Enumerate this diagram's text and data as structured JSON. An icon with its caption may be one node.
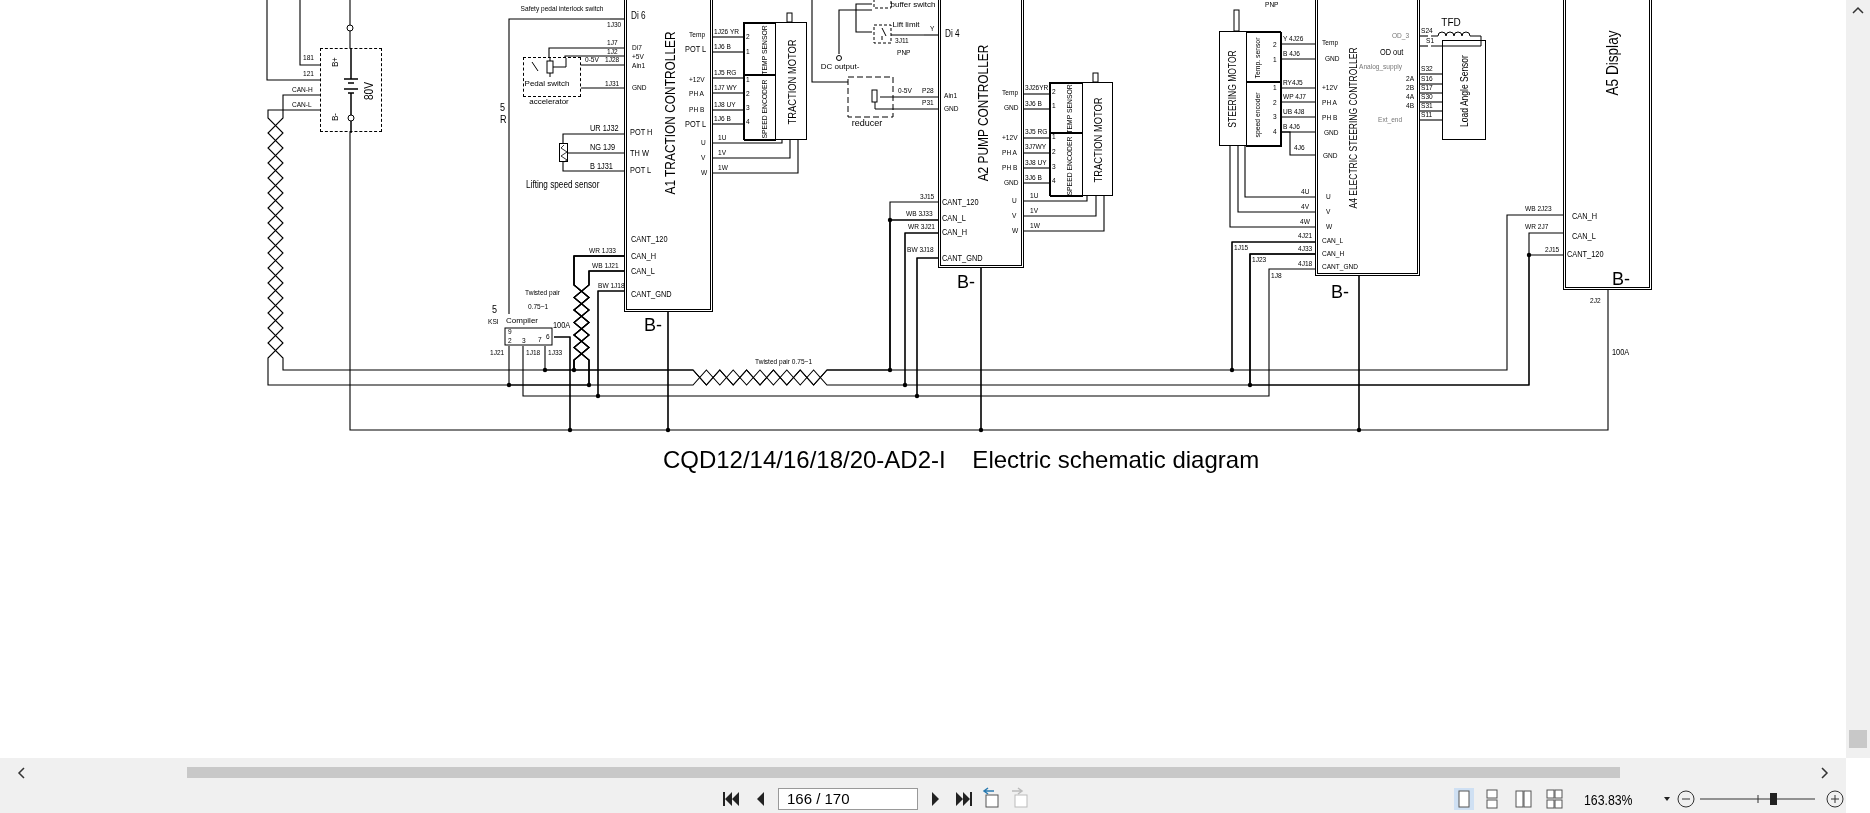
{
  "diagram": {
    "title": "CQD12/14/16/18/20-AD2-I    Electric schematic diagram",
    "nodes": [
      {
        "text": [
          "80V"
        ]
      },
      {
        "text": [
          "Pedal switch"
        ],
        "beside": [
          "accelerator"
        ]
      },
      {
        "text": [],
        "shape": "resistor"
      },
      {
        "text": [
          "Compiler"
        ]
      },
      {
        "text": [
          "A1 TRACTION CONTROLLER"
        ],
        "beside": [
          "B-"
        ]
      },
      {
        "text": [
          "TRACTION MOTOR"
        ]
      },
      {
        "text": [
          "TEMP SENSOR"
        ],
        "in": 5
      },
      {
        "text": [
          "SPEED ENCODER"
        ],
        "in": 5
      },
      {
        "text": [
          "Lift limit"
        ]
      },
      {
        "text": [
          "buffer switch"
        ]
      },
      {
        "text": [
          "reducer"
        ]
      },
      {
        "text": [
          "A2 PUMP CONTROLLER"
        ],
        "beside": [
          "B-"
        ]
      },
      {
        "text": [
          "TRACTION MOTOR"
        ]
      },
      {
        "text": [
          "TEMP SENSOR"
        ],
        "in": 12
      },
      {
        "text": [
          "SPEED ENCODER"
        ],
        "in": 12
      },
      {
        "text": [
          "STEERING MOTOR"
        ]
      },
      {
        "text": [
          "Temp. sensor"
        ],
        "in": 15
      },
      {
        "text": [
          "speed encoder"
        ],
        "in": 15
      },
      {
        "text": [
          "A4 ELECTRIC STEERING CONTROLLER"
        ],
        "beside": [
          "B-"
        ]
      },
      {
        "text": [
          "TFD"
        ]
      },
      {
        "text": [
          "Load Angle Sensor"
        ]
      },
      {
        "text": [
          "A5 Display",
          "B-"
        ]
      },
      {
        "text": [
          "DC output-"
        ]
      },
      {
        "text": [
          "Safety pedal interlock switch"
        ]
      }
    ],
    "edges": [
      {
        "from": 1,
        "to": 4,
        "arrow": "none"
      },
      {
        "from": 1,
        "to": 4,
        "arrow": "none"
      },
      {
        "from": 1,
        "to": 4,
        "arrow": "none"
      },
      {
        "from": 1,
        "to": 4,
        "arrow": "none"
      },
      {
        "from": 2,
        "to": 4,
        "arrow": "none"
      },
      {
        "from": 2,
        "to": 4,
        "arrow": "none"
      },
      {
        "from": 2,
        "to": 4,
        "arrow": "none"
      },
      {
        "from": 4,
        "to": 6,
        "arrow": "none"
      },
      {
        "from": 4,
        "to": 6,
        "arrow": "none"
      },
      {
        "from": 4,
        "to": 7,
        "arrow": "none"
      },
      {
        "from": 4,
        "to": 7,
        "arrow": "none"
      },
      {
        "from": 4,
        "to": 7,
        "arrow": "none"
      },
      {
        "from": 4,
        "to": 7,
        "arrow": "none"
      },
      {
        "from": 4,
        "to": 5,
        "arrow": "none"
      },
      {
        "from": 4,
        "to": 5,
        "arrow": "none"
      },
      {
        "from": 4,
        "to": 5,
        "arrow": "none"
      },
      {
        "from": 8,
        "to": 11,
        "arrow": "none"
      },
      {
        "from": 9,
        "to": 8,
        "arrow": "none"
      },
      {
        "from": 10,
        "to": 11,
        "arrow": "none"
      },
      {
        "from": 10,
        "to": 11,
        "arrow": "none"
      },
      {
        "from": 11,
        "to": 13,
        "arrow": "none"
      },
      {
        "from": 11,
        "to": 13,
        "arrow": "none"
      },
      {
        "from": 11,
        "to": 14,
        "arrow": "none"
      },
      {
        "from": 11,
        "to": 14,
        "arrow": "none"
      },
      {
        "from": 11,
        "to": 14,
        "arrow": "none"
      },
      {
        "from": 11,
        "to": 14,
        "arrow": "none"
      },
      {
        "from": 11,
        "to": 12,
        "arrow": "none"
      },
      {
        "from": 11,
        "to": 12,
        "arrow": "none"
      },
      {
        "from": 11,
        "to": 12,
        "arrow": "none"
      },
      {
        "from": 18,
        "to": 16,
        "arrow": "none"
      },
      {
        "from": 18,
        "to": 16,
        "arrow": "none"
      },
      {
        "from": 18,
        "to": 17,
        "arrow": "none"
      },
      {
        "from": 18,
        "to": 17,
        "arrow": "none"
      },
      {
        "from": 18,
        "to": 17,
        "arrow": "none"
      },
      {
        "from": 18,
        "to": 17,
        "arrow": "none"
      },
      {
        "from": 18,
        "to": 17,
        "arrow": "none"
      },
      {
        "from": 18,
        "to": 15,
        "arrow": "none"
      },
      {
        "from": 18,
        "to": 15,
        "arrow": "none"
      },
      {
        "from": 18,
        "to": 15,
        "arrow": "none"
      },
      {
        "from": 18,
        "to": 19,
        "arrow": "none"
      },
      {
        "from": 18,
        "to": 19,
        "arrow": "none"
      },
      {
        "from": 18,
        "to": 20,
        "arrow": "none"
      },
      {
        "from": 18,
        "to": 20,
        "arrow": "none"
      },
      {
        "from": 18,
        "to": 20,
        "arrow": "none"
      },
      {
        "from": 18,
        "to": 20,
        "arrow": "none"
      },
      {
        "from": 18,
        "to": 20,
        "arrow": "none"
      },
      {
        "from": 18,
        "to": 20,
        "arrow": "none"
      },
      {
        "from": 0,
        "to": 4,
        "arrow": "none"
      },
      {
        "from": 0,
        "to": 4,
        "arrow": "none"
      },
      {
        "from": 4,
        "to": 11,
        "arrow": "none"
      },
      {
        "from": 4,
        "to": 11,
        "arrow": "none"
      },
      {
        "from": 11,
        "to": 18,
        "arrow": "none"
      },
      {
        "from": 11,
        "to": 18,
        "arrow": "none"
      },
      {
        "from": 18,
        "to": 21,
        "arrow": "none"
      },
      {
        "from": 18,
        "to": 21,
        "arrow": "none"
      },
      {
        "from": 3,
        "to": 4,
        "arrow": "none"
      },
      {
        "from": 4,
        "to": 11,
        "arrow": "none"
      },
      {
        "from": 11,
        "to": 18,
        "arrow": "none"
      },
      {
        "from": 0,
        "to": 3,
        "arrow": "none"
      },
      {
        "from": 3,
        "to": 4,
        "arrow": "none"
      },
      {
        "from": 4,
        "to": 11,
        "arrow": "none"
      },
      {
        "from": 11,
        "to": 18,
        "arrow": "none"
      },
      {
        "from": 18,
        "to": 21,
        "arrow": "none"
      },
      {
        "from": 0,
        "to": null,
        "arrow": "none"
      },
      {
        "from": 0,
        "to": null,
        "arrow": "none"
      },
      {
        "from": 0,
        "to": null,
        "arrow": "none"
      },
      {
        "from": 3,
        "to": 23,
        "arrow": "none"
      },
      {
        "from": 23,
        "to": 4,
        "arrow": "none"
      },
      {
        "from": 3,
        "to": 4,
        "arrow": "none"
      },
      {
        "from": 3,
        "to": 4,
        "arrow": "none"
      },
      {
        "from": 22,
        "to": 9,
        "arrow": "none"
      },
      {
        "from": 4,
        "to": 11,
        "arrow": "none"
      },
      {
        "from": 18,
        "to": 21,
        "arrow": "none"
      }
    ],
    "labels": [
      "1J30",
      "Di 6",
      "181",
      "121",
      "CAN-H",
      "CAN-L",
      "B+",
      "B-",
      "5",
      "R",
      "1J7",
      "1J2",
      "Di7",
      "+5V",
      "Ain1",
      "0-5V",
      "1J28",
      "1J31",
      "GND",
      "UR 1J32",
      "POT H",
      "NG 1J9",
      "TH W",
      "B 1J31",
      "POT L",
      "Lifting speed sensor",
      "Temp",
      "POT L",
      "+12V",
      "PH A",
      "PH B",
      "POT L",
      "U",
      "V",
      "W",
      "1J26 YR",
      "1J6 B",
      "2",
      "1",
      "1J5 RG",
      "1J7 WY",
      "1J8 UY",
      "1J6 B",
      "1",
      "2",
      "3",
      "4",
      "1U",
      "1V",
      "1W",
      "CANT_120",
      "WR 1J33",
      "CAN_H",
      "WB 1J21",
      "CAN_L",
      "BW 1J18",
      "Twisted pair",
      "CANT_GND",
      "0.75~1",
      "5",
      "KSI",
      "100A",
      "9",
      "6",
      "2",
      "3",
      "7",
      "1J21",
      "1J18",
      "1J33",
      "3J11",
      "PNP",
      "Y",
      "Di 4",
      "0-5V",
      "P28",
      "P31",
      "Ain1",
      "GND",
      "Temp",
      "GND",
      "+12V",
      "PH A",
      "PH B",
      "GND",
      "U",
      "V",
      "W",
      "3J26YR",
      "3J6 B",
      "3J5 RG",
      "3J7WY",
      "3J8 UY",
      "3J6 B",
      "2",
      "1",
      "1",
      "2",
      "3",
      "4",
      "1U",
      "1V",
      "1W",
      "3J15",
      "CANT_120",
      "WB 3J33",
      "CAN_L",
      "WR 3J21",
      "CAN_H",
      "BW 3J18",
      "CANT_GND",
      "Twisted pair 0.75~1",
      "PNP",
      "2",
      "1",
      "1",
      "2",
      "3",
      "4",
      "Y 4J26",
      "B 4J6",
      "RY4J5",
      "WP 4J7",
      "UB 4J8",
      "B 4J6",
      "4J6",
      "Temp",
      "GND",
      "+12V",
      "PH A",
      "PH B",
      "GND",
      "GND",
      "U",
      "V",
      "W",
      "4U",
      "4V",
      "4W",
      "4J21",
      "CAN_L",
      "1J15",
      "4J33",
      "CAN_H",
      "1J23",
      "4J18",
      "CANT_GND",
      "1J8",
      "OD_3",
      "OD out",
      "S24",
      "S1",
      "Analog_supply",
      "S32",
      "2A",
      "S16",
      "2B",
      "S17",
      "4A",
      "S30",
      "4B",
      "S31",
      "Ext_end",
      "S11",
      "WB 2J23",
      "CAN_H",
      "WR 2J7",
      "CAN_L",
      "2J15",
      "CANT_120",
      "2J2",
      "100A",
      "166 / 170",
      "163.83%"
    ]
  }
}
